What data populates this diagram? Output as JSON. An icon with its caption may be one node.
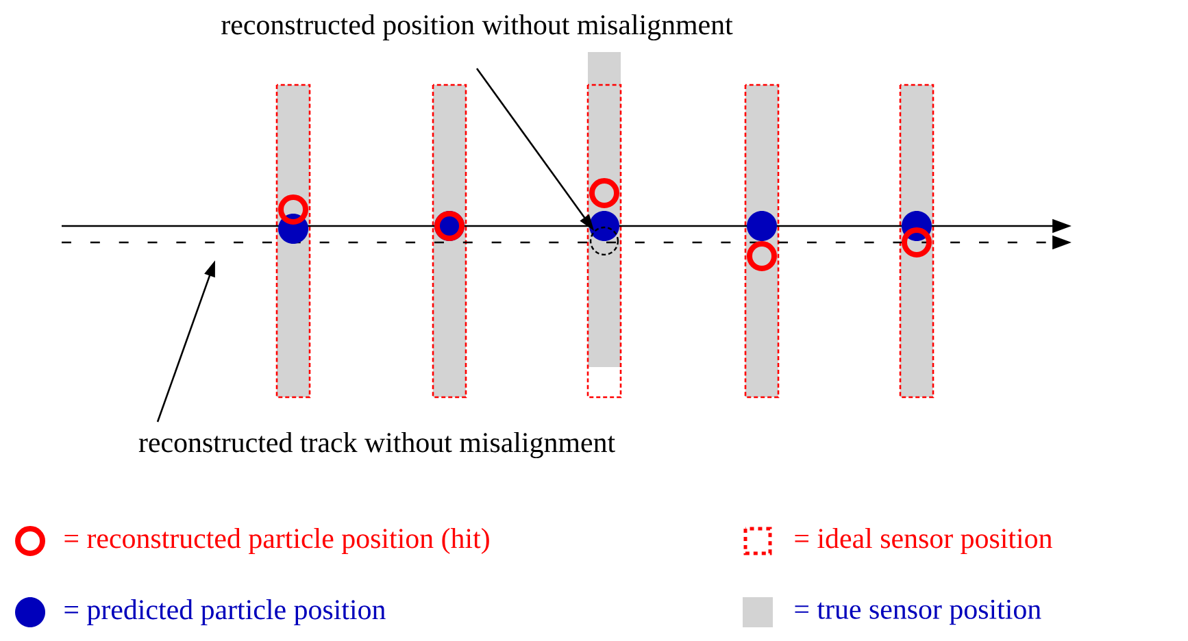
{
  "diagram": {
    "nodes": [
      {
        "text": [
          "reconstructed position without misalignment"
        ]
      },
      {
        "text": [],
        "shape": "circle"
      },
      {
        "text": [
          "reconstructed track without misalignment"
        ]
      }
    ],
    "edges": [
      {
        "from": 0,
        "to": 1,
        "arrow": "to"
      },
      {
        "from": 2,
        "to": null,
        "arrow": "to"
      }
    ],
    "legend": [
      {
        "text": "= reconstructed particle position (hit)"
      },
      {
        "text": "= ideal sensor position"
      },
      {
        "text": "= predicted particle position",
        "color": "#0000bb"
      },
      {
        "text": "= true sensor position",
        "color": "#d3d3d3"
      }
    ]
  }
}
